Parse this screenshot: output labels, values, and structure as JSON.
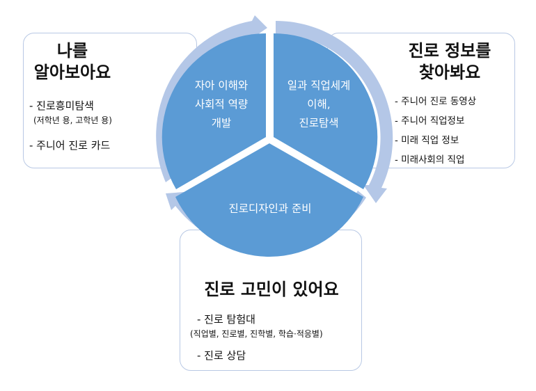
{
  "cards": {
    "left": {
      "title_line1": "나를",
      "title_line2": "알아보아요",
      "item1": "-   진로흥미탐색",
      "item1_note": "(저학년 용, 고학년 용)",
      "item2": "-   주니어 진로 카드"
    },
    "right": {
      "title_line1": "진로 정보를",
      "title_line2": "찾아봐요",
      "items": [
        "- 주니어 진로 동영상",
        "- 주니어 직업정보",
        "- 미래 직업 정보",
        "- 미래사회의 직업"
      ]
    },
    "bottom": {
      "title": "진로 고민이 있어요",
      "item1": "- 진로 탐험대",
      "item1_note": "(직업별, 진로별, 진학별, 학습·적응별)",
      "item2": "- 진로 상담"
    }
  },
  "cycle": {
    "segment_left": [
      "자아 이해와",
      "사회적 역량",
      "개발"
    ],
    "segment_right": [
      "일과 직업세계",
      "이해,",
      "진로탐색"
    ],
    "segment_bottom": "진로디자인과 준비"
  },
  "colors": {
    "segment_fill": "#5b9bd5",
    "arrow_fill": "#b4c7e7",
    "card_border": "#b8c8e4"
  }
}
